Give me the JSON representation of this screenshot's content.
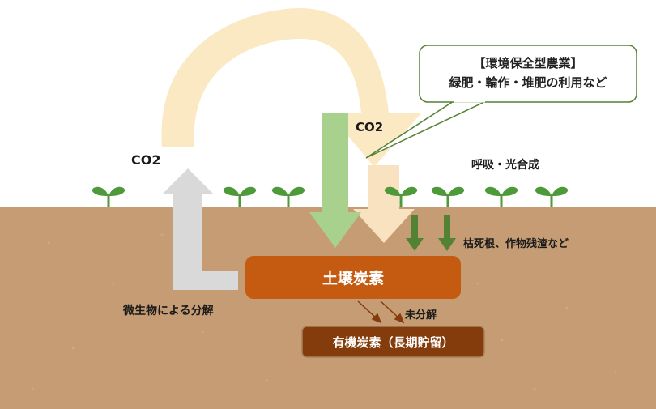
{
  "callout": {
    "title": "【環境保全型農業】",
    "body": "緑肥・輪作・堆肥の利用など"
  },
  "labels": {
    "co2_left": "CO2",
    "co2_right": "CO2",
    "respiration": "呼吸・光合成",
    "residue": "枯死根、作物残渣など",
    "decomposition": "微生物による分解",
    "undecomposed": "未分解"
  },
  "boxes": {
    "soil_carbon": "土壌炭素",
    "organic_carbon": "有機炭素（長期貯留）"
  },
  "colors": {
    "soil": "#c59c74",
    "soil_box": "#c55a11",
    "organic_box": "#843c0c",
    "sprout": "#4e9a3a",
    "green_arrow": "#a9d18e",
    "cream_arrow": "#fbe9c4",
    "grey_arrow": "#d9d9d9",
    "callout_border": "#548235"
  }
}
